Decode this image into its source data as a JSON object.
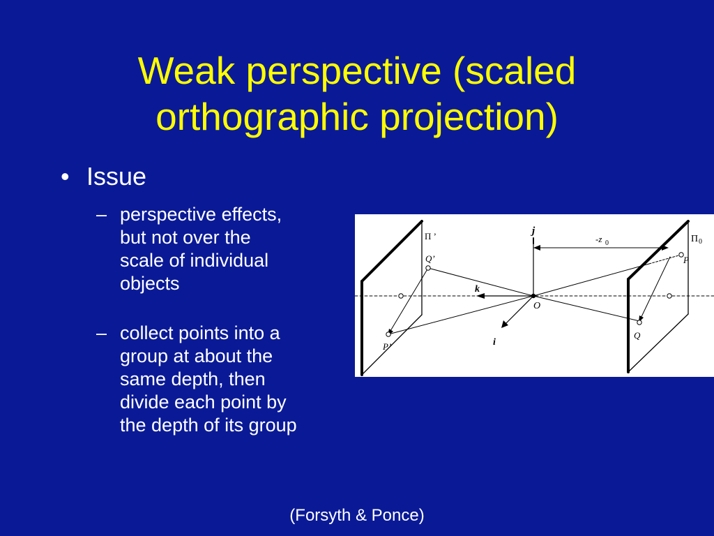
{
  "slide": {
    "title_lines": [
      "Weak perspective (scaled",
      "orthographic projection)"
    ],
    "bullets": [
      {
        "bullet_char": "•",
        "label": "Issue",
        "sub_bullets": [
          {
            "dash_char": "–",
            "lines": [
              "perspective effects,",
              "but not over the",
              "scale of individual",
              "objects"
            ]
          },
          {
            "dash_char": "–",
            "lines": [
              "collect points into a",
              "group at about the",
              "same depth, then",
              "divide each point by",
              "the depth of its group"
            ]
          }
        ]
      }
    ],
    "citation": "(Forsyth & Ponce)"
  },
  "figure": {
    "labels": {
      "pi_prime": "Π ’",
      "pi_zero": "Π",
      "pi_zero_sub": "0",
      "j": "j",
      "minus_z0": "-z",
      "minus_z0_sub": "0",
      "q_prime": "Q’",
      "p": "P",
      "k": "k",
      "o": "O",
      "i": "i",
      "q": "Q",
      "p_prime": "P’"
    },
    "colors": {
      "background": "#ffffff",
      "ink": "#000000"
    }
  }
}
